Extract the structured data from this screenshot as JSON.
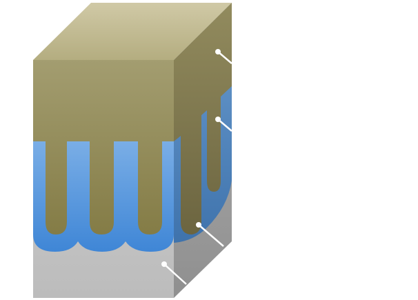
{
  "diagram": {
    "type": "layered-block-cross-section",
    "layers": [
      {
        "name": "top-layer",
        "color": "#8a8552"
      },
      {
        "name": "middle-layer",
        "color": "#4a8fdc"
      },
      {
        "name": "substrate",
        "color": "#c4c4c4"
      }
    ],
    "leader_color": "#ffffff"
  }
}
